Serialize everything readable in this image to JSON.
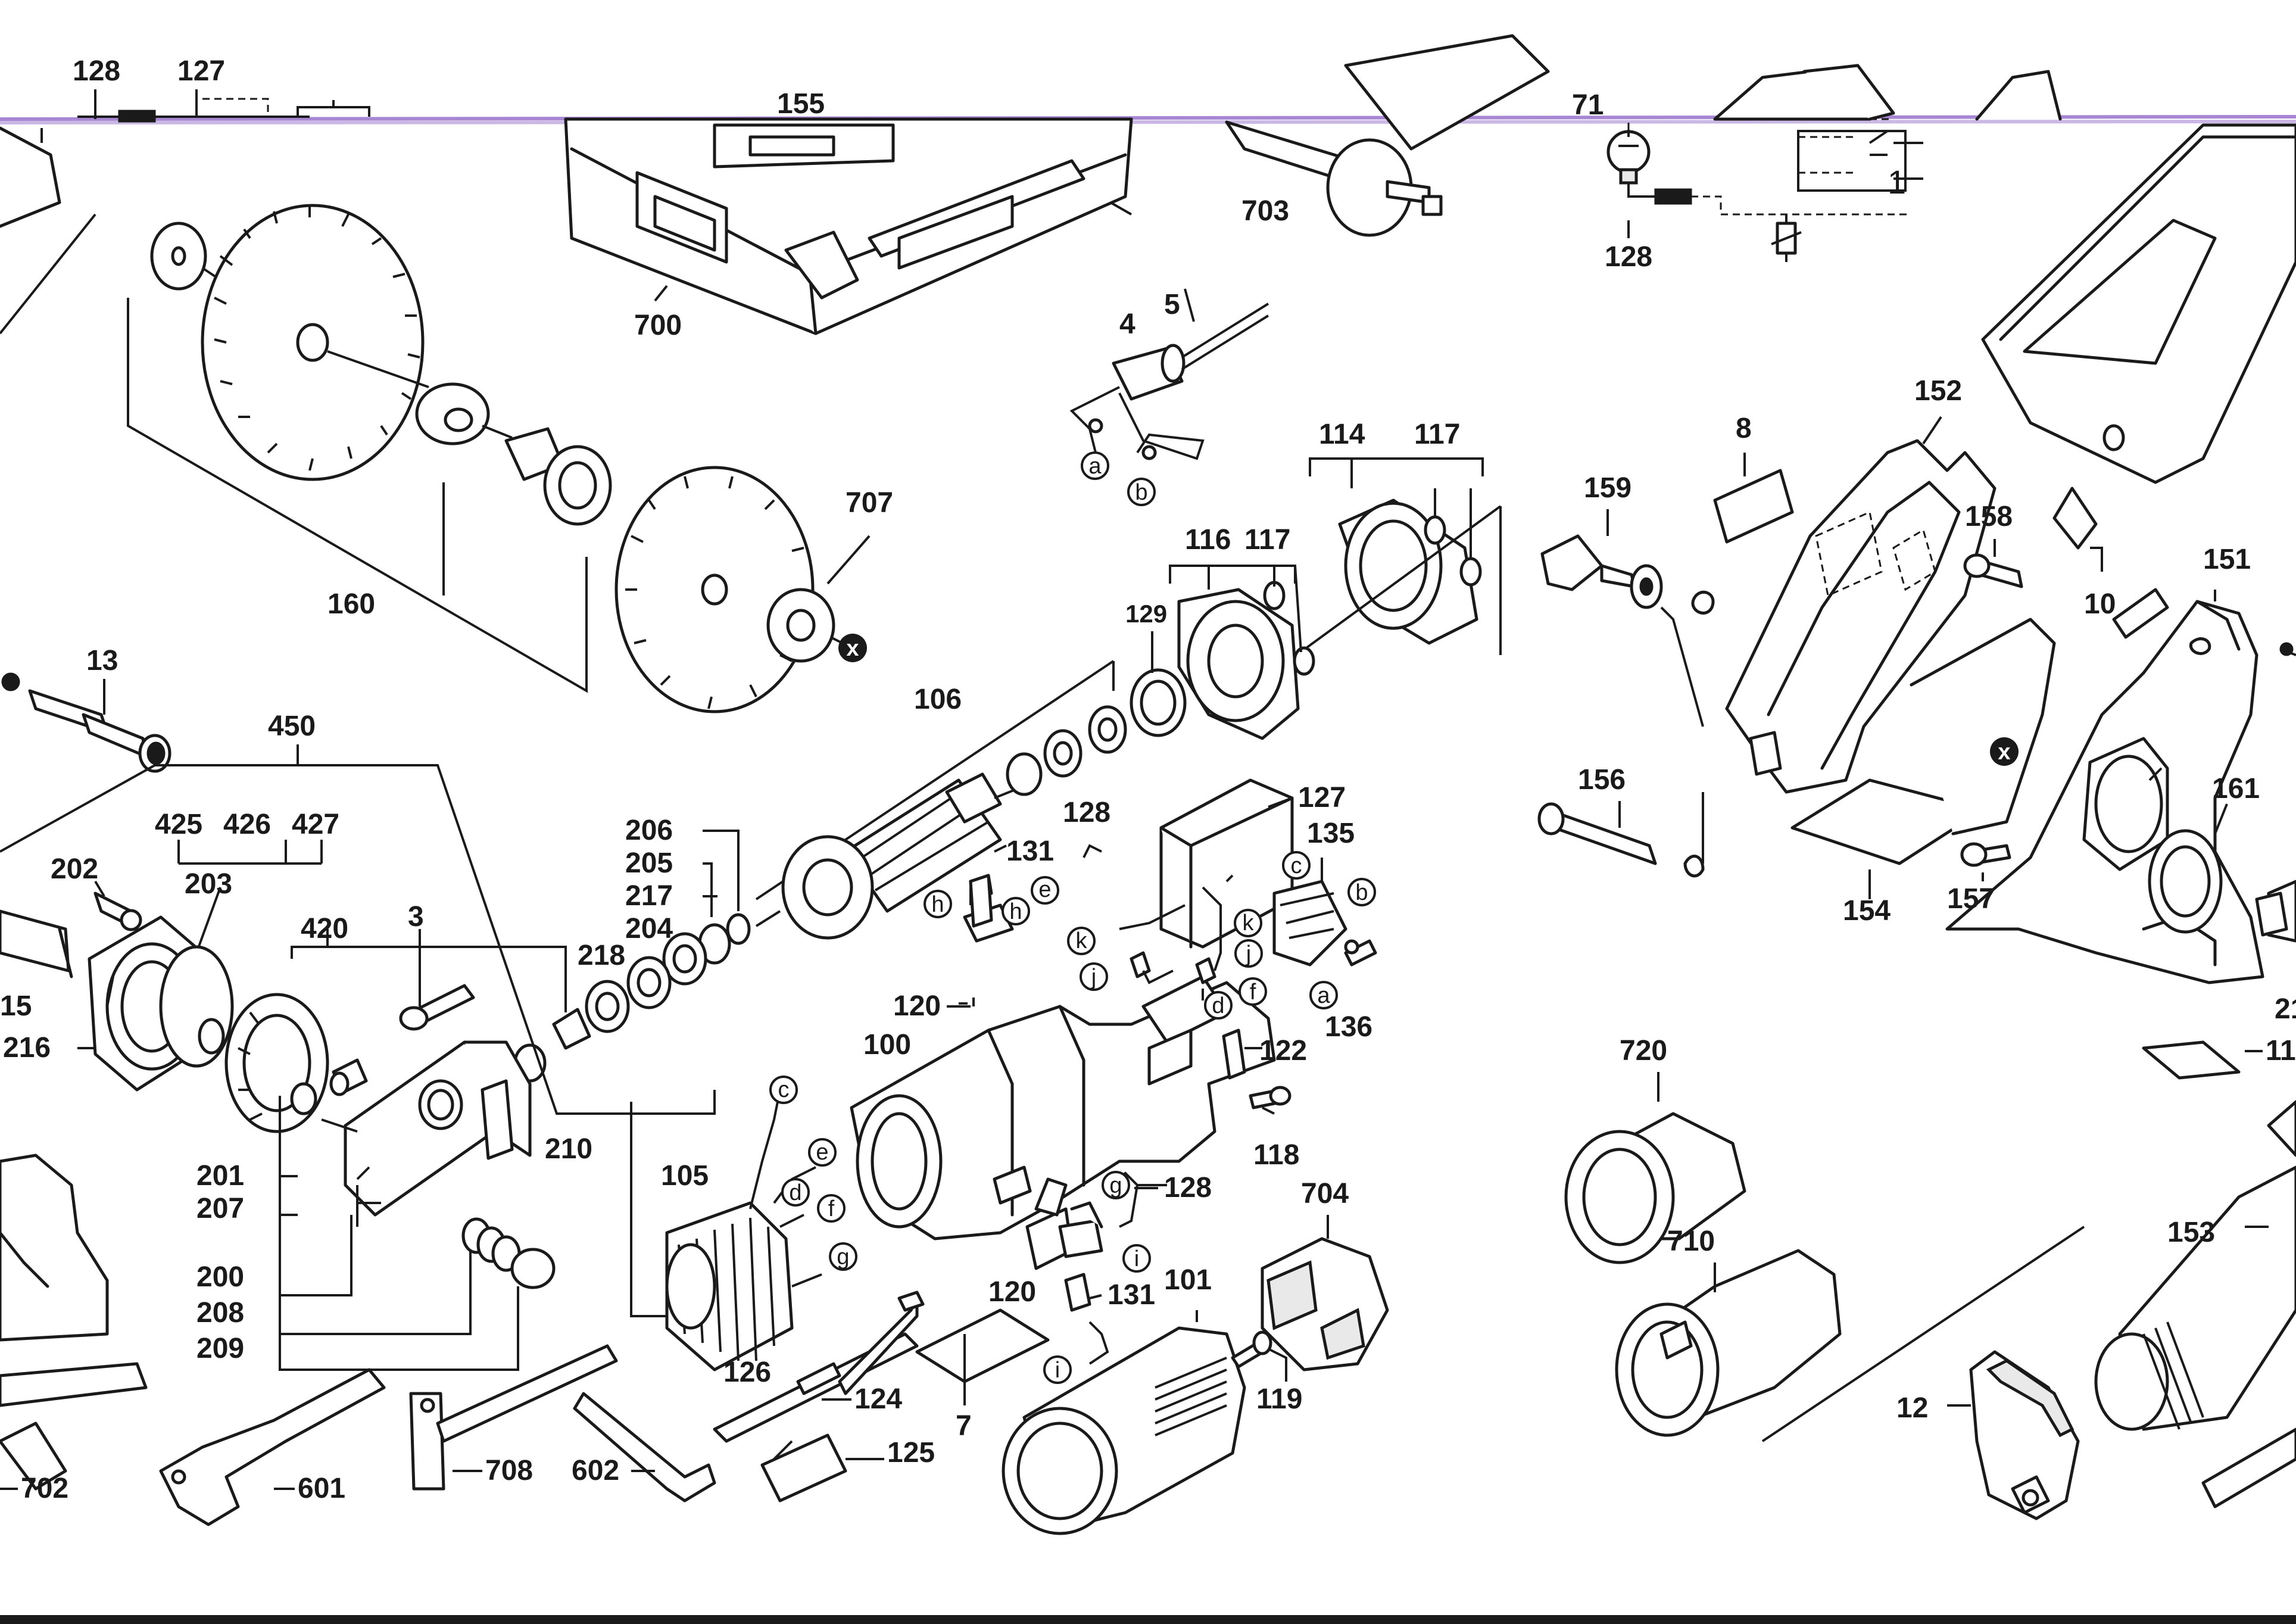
{
  "callouts": {
    "c128a": "128",
    "c127a": "127",
    "c155": "155",
    "c71": "71",
    "c703": "703",
    "c128b": "128",
    "c700": "700",
    "c4": "4",
    "c5": "5",
    "c114": "114",
    "c117a": "117",
    "c152": "152",
    "c8": "8",
    "c707": "707",
    "c160": "160",
    "c159": "159",
    "c158": "158",
    "c10": "10",
    "c151": "151",
    "c116": "116",
    "c117b": "117",
    "c129": "129",
    "c13": "13",
    "c106": "106",
    "c450": "450",
    "c156": "156",
    "c161": "161",
    "c206": "206",
    "c127b": "127",
    "c205": "205",
    "c128c": "128",
    "c131a": "131",
    "c135": "135",
    "c425": "425",
    "c426": "426",
    "c427": "427",
    "c202": "202",
    "c203": "203",
    "c217": "217",
    "c420": "420",
    "c3": "3",
    "c204": "204",
    "c154": "154",
    "c157": "157",
    "c218": "218",
    "c15": "15",
    "c120a": "120",
    "c136": "136",
    "c216": "216",
    "c100": "100",
    "c122": "122",
    "c11": "11",
    "c720": "720",
    "c21": "21",
    "c210": "210",
    "c201": "201",
    "c118": "118",
    "c105": "105",
    "c207": "207",
    "c128d": "128",
    "c704": "704",
    "c153": "153",
    "c710": "710",
    "c200": "200",
    "c120b": "120",
    "c131b": "131",
    "c101": "101",
    "c208": "208",
    "c209": "209",
    "c126": "126",
    "c119": "119",
    "c12": "12",
    "c124": "124",
    "c7": "7",
    "c125": "125",
    "c702": "702",
    "c601": "601",
    "c708": "708",
    "c602": "602"
  },
  "letters": {
    "a1": "a",
    "b1": "b",
    "c1": "c",
    "e1": "e",
    "h1": "h",
    "h2": "h",
    "b2": "b",
    "k1": "k",
    "k2": "k",
    "j1": "j",
    "j2": "j",
    "f1": "f",
    "a2": "a",
    "d1": "d",
    "c2": "c",
    "e2": "e",
    "d2": "d",
    "f2": "f",
    "g1": "g",
    "g2": "g",
    "i1": "i",
    "i2": "i"
  },
  "marks": {
    "x1": "x",
    "x2": "x"
  },
  "schematic_labels": {
    "switch_ref": "1"
  },
  "colors": {
    "line": "#1a1a1a",
    "scan_artifact": "#8a5fc4",
    "background": "#ffffff"
  }
}
